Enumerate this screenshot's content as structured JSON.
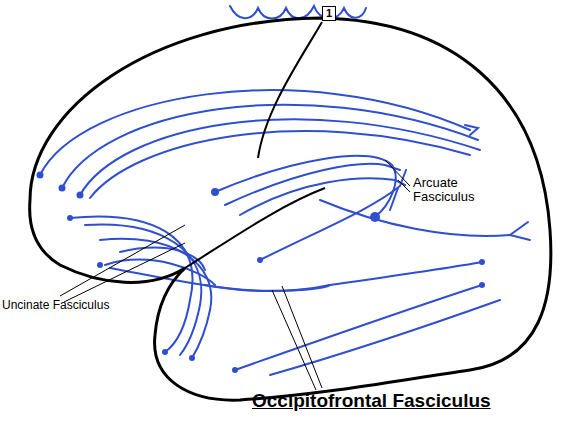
{
  "diagram": {
    "nodes": [
      {
        "text": [
          "1"
        ]
      }
    ],
    "labels": [
      "Arcuate Fasciculus",
      "Uncinate Fasciculus",
      "Occipitofrontal Fasciculus"
    ]
  }
}
